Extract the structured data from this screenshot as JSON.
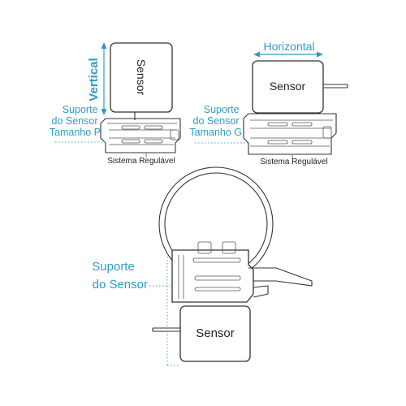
{
  "panels": {
    "small": {
      "sensor_label": "Sensor",
      "dimension_label": "Vertical",
      "support_label": [
        "Suporte",
        "do Sensor",
        "Tamanho P"
      ],
      "system_label": "Sistema Regulável"
    },
    "large": {
      "sensor_label": "Sensor",
      "dimension_label": "Horizontal",
      "support_label": [
        "Suporte",
        "do Sensor",
        "Tamanho G"
      ],
      "system_label": "Sistema Regulável"
    },
    "assembly": {
      "sensor_label": "Sensor",
      "support_label": [
        "Suporte",
        "do Sensor"
      ]
    }
  },
  "colors": {
    "accent": "#2f9cc6",
    "line": "#333333"
  }
}
